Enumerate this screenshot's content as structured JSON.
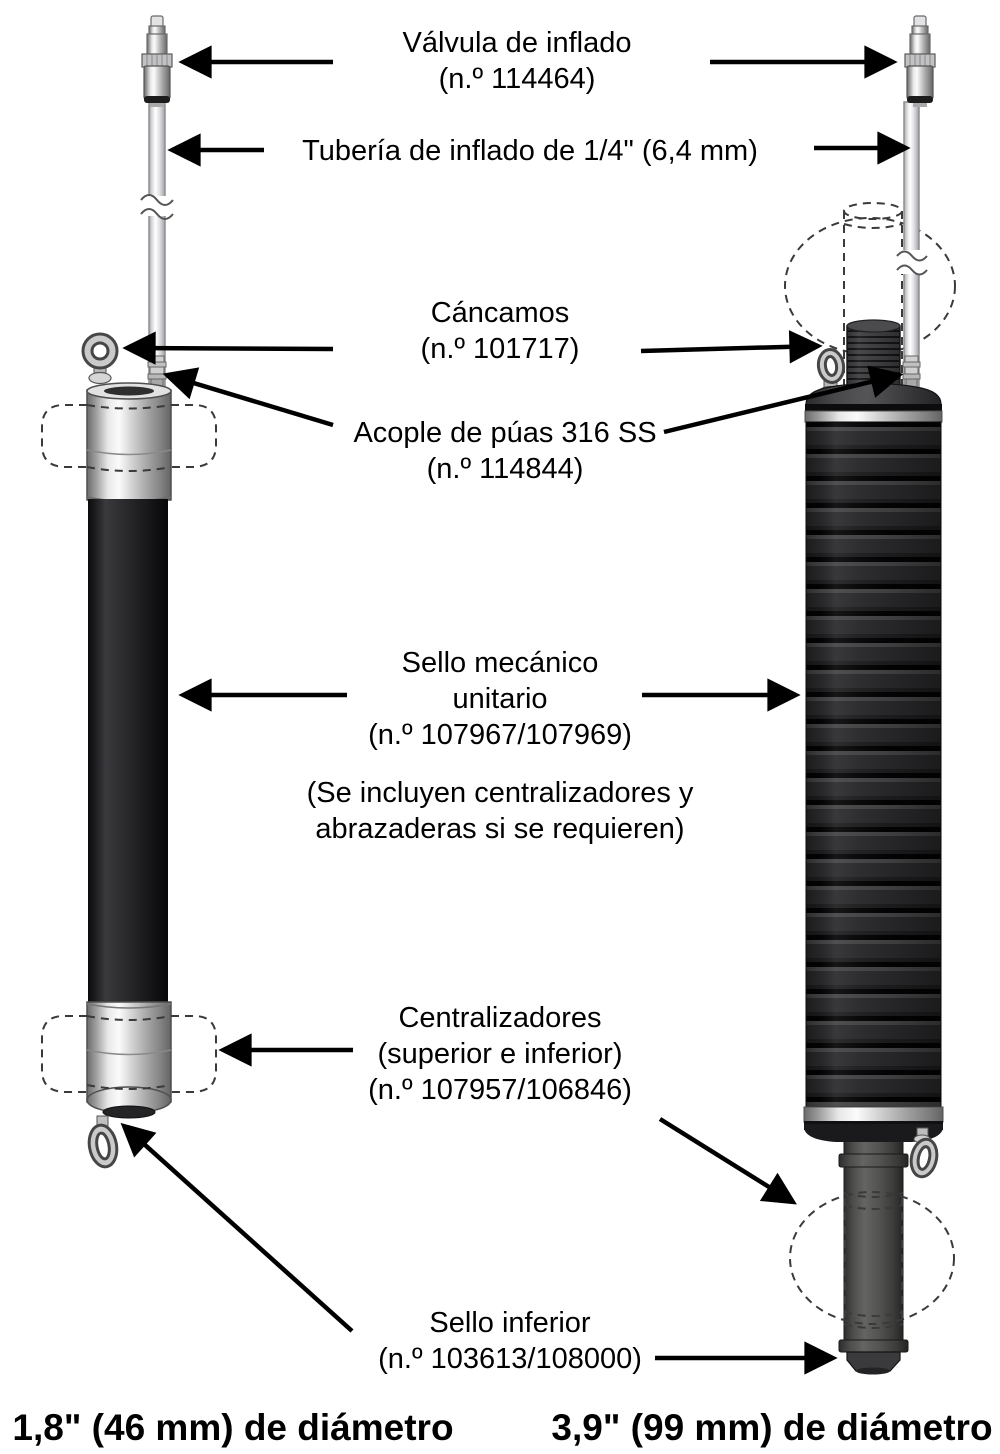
{
  "page": {
    "background": "#ffffff",
    "ink": "#000000"
  },
  "labels": {
    "valvula_line1": "Válvula de inflado",
    "valvula_line2": "(n.º 114464)",
    "tuberia_line1": "Tubería de inflado de 1/4\" (6,4 mm)",
    "cancamos_line1": "Cáncamos",
    "cancamos_line2": "(n.º 101717)",
    "acople_line1": "Acople de púas 316 SS",
    "acople_line2": "(n.º 114844)",
    "sello_mecanico_line1": "Sello mecánico",
    "sello_mecanico_line2": "unitario",
    "sello_mecanico_line3": "(n.º 107967/107969)",
    "nota_line1": "(Se incluyen centralizadores y",
    "nota_line2": "abrazaderas si se requieren)",
    "centralizadores_line1": "Centralizadores",
    "centralizadores_line2": "(superior e inferior)",
    "centralizadores_line3": "(n.º 107957/106846)",
    "sello_inferior_line1": "Sello inferior",
    "sello_inferior_line2": "(n.º 103613/108000)",
    "left_diameter": "1,8\" (46 mm) de diámetro",
    "right_diameter": "3,9\" (99 mm) de diámetro"
  },
  "colors": {
    "ink": "#000000",
    "metal_highlight": "#fbfbfb",
    "metal_mid": "#9a9a9a",
    "seal_body_black": "#1b1b1d",
    "ribbed_body": "#28282a",
    "extension_gray": "#525250",
    "tube_white": "#f4f4f6",
    "dashed_outline": "#3a3a3a"
  }
}
